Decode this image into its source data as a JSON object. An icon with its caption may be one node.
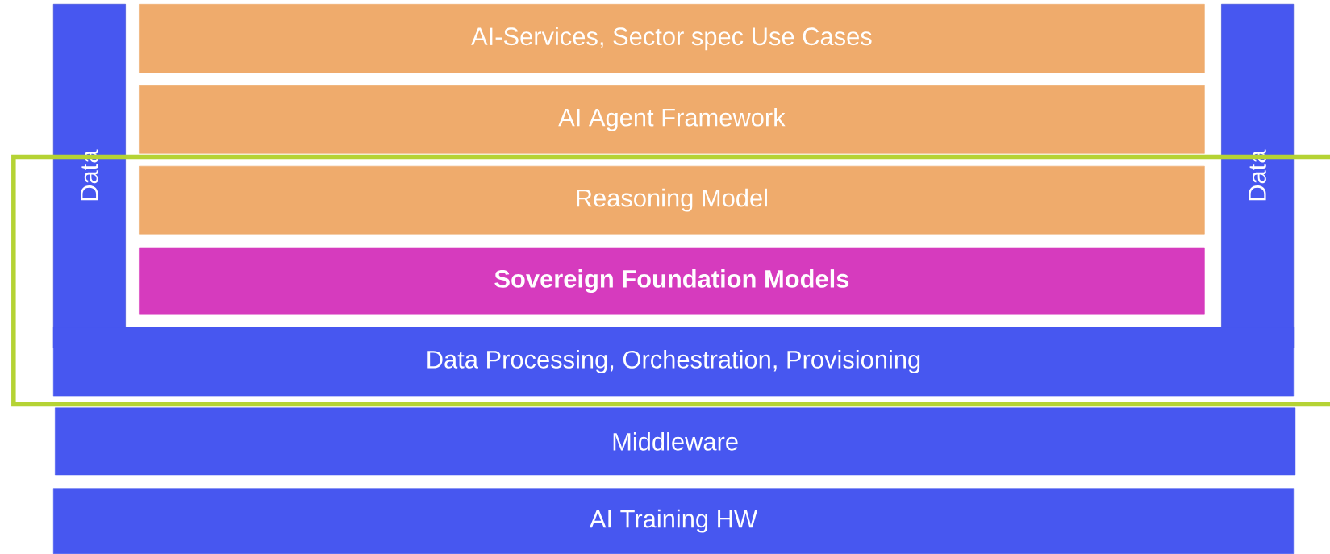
{
  "diagram": {
    "nodes": [
      {
        "text": [
          "Data"
        ]
      },
      {
        "text": [
          "AI-Services, Sector spec Use Cases"
        ]
      },
      {
        "text": [
          "AI Agent Framework"
        ]
      },
      {
        "text": [
          "Reasoning Model"
        ]
      },
      {
        "text": [
          "Sovereign Foundation Models"
        ]
      },
      {
        "text": [
          "Data"
        ]
      },
      {
        "text": [
          "Data Processing, Orchestration, Provisioning"
        ]
      },
      {
        "text": [
          "Middleware"
        ]
      },
      {
        "text": [
          "AI Training HW"
        ]
      }
    ]
  }
}
